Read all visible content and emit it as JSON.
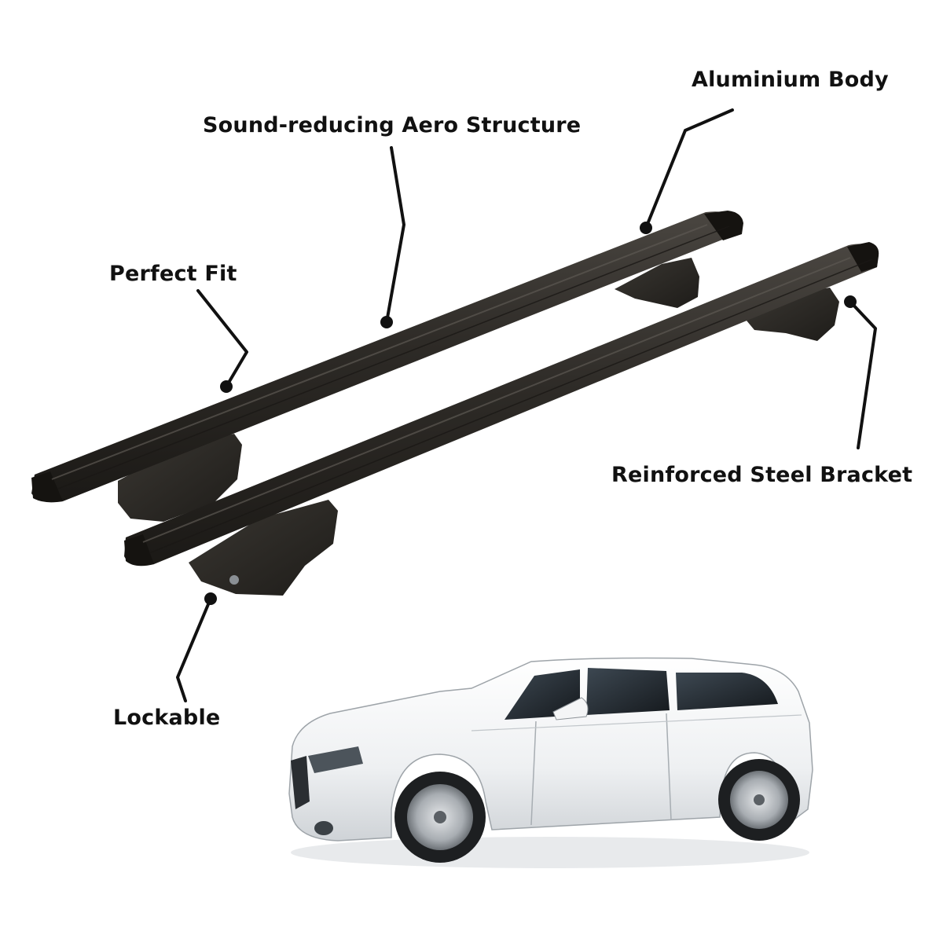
{
  "callouts": {
    "aluminium_body": "Aluminium Body",
    "aero_structure": "Sound-reducing Aero Structure",
    "perfect_fit": "Perfect Fit",
    "reinforced_bracket": "Reinforced Steel Bracket",
    "lockable": "Lockable"
  },
  "colors": {
    "background": "#ffffff",
    "bar": "#2b2824",
    "car_body": "#f4f5f6",
    "leader_lines": "#111111"
  }
}
